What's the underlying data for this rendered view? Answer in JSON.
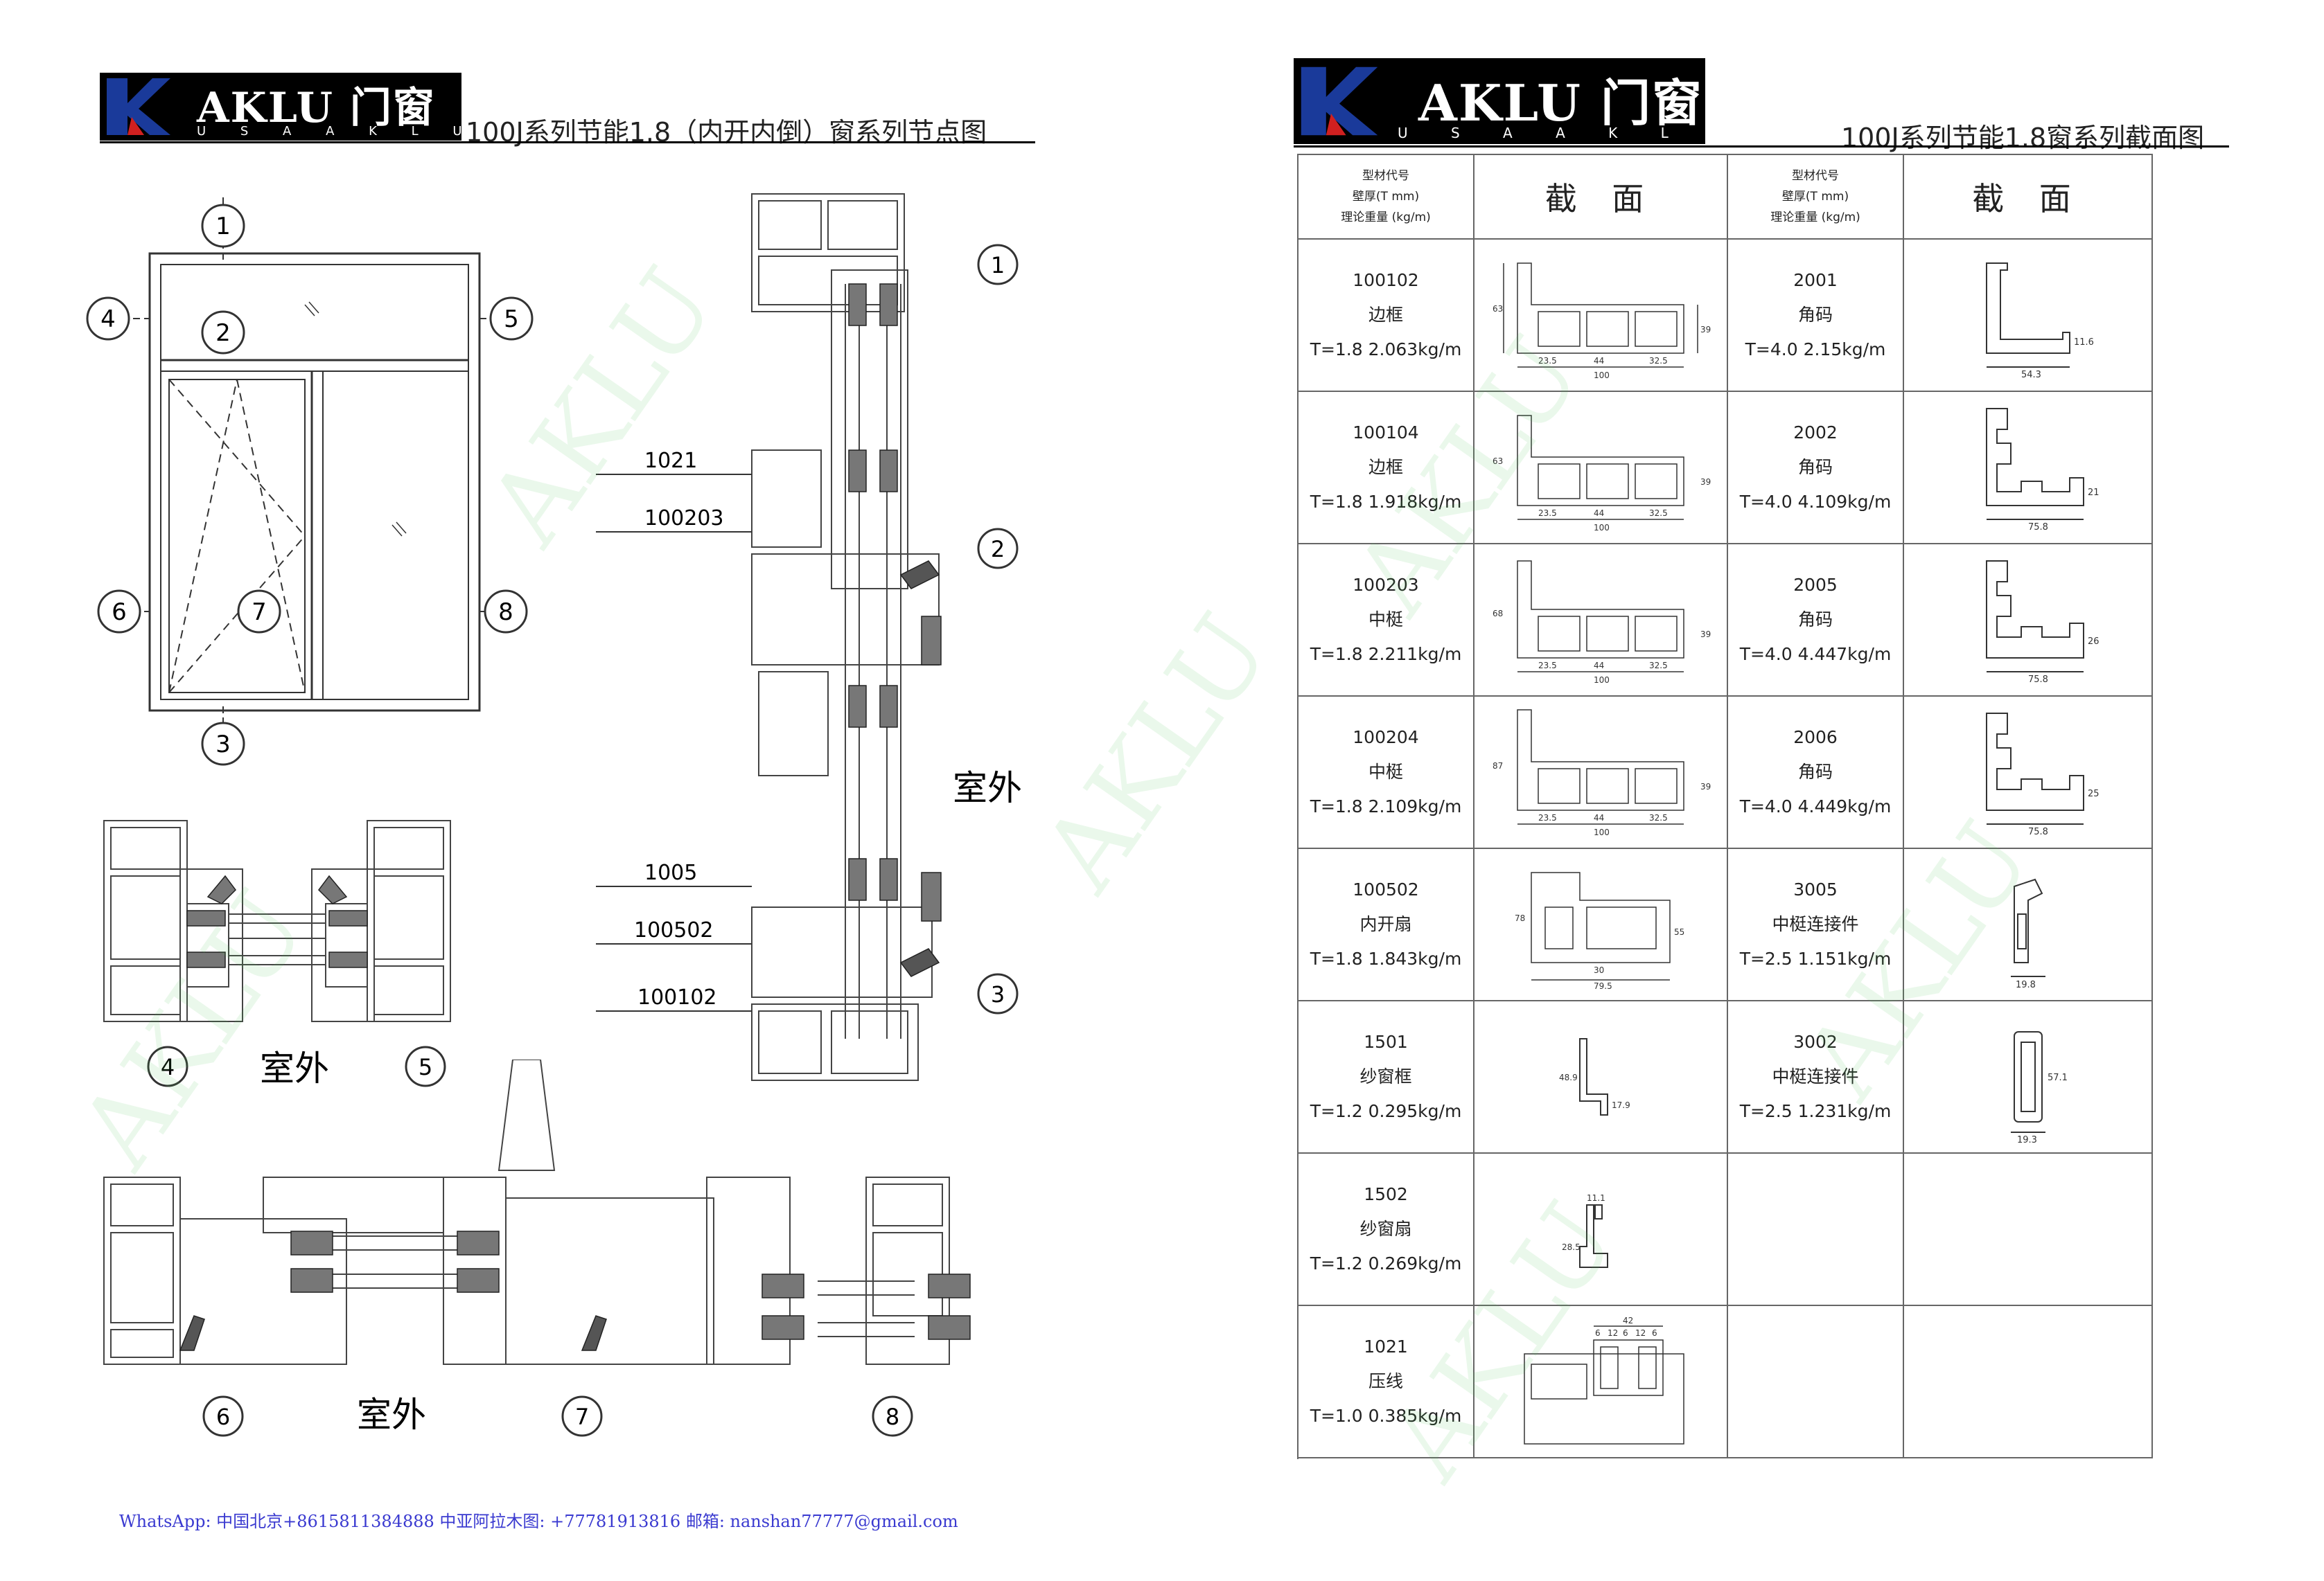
{
  "left_page": {
    "logo": {
      "brand": "AKLU 门窗",
      "subtitle": "U S A     A K L U"
    },
    "title": "100J系列节能1.8（内开内倒）窗系列节点图",
    "elevation_callouts": [
      "1",
      "2",
      "3",
      "4",
      "5",
      "6",
      "7",
      "8"
    ],
    "section_part_labels": [
      "1021",
      "100203",
      "1005",
      "100502",
      "100102"
    ],
    "outdoor_label": "室外",
    "detail_callouts": {
      "horizontal_top": [
        "4",
        "5"
      ],
      "horizontal_bottom": [
        "6",
        "7",
        "8"
      ],
      "vertical": [
        "1",
        "2",
        "3"
      ]
    },
    "contact": "WhatsApp: 中国北京+8615811384888 中亚阿拉木图: +77781913816 邮箱: nanshan77777@gmail.com"
  },
  "right_page": {
    "logo": {
      "brand": "AKLU 门窗",
      "subtitle": "U S A     A K L U"
    },
    "title": "100J系列节能1.8窗系列截面图",
    "table_header": {
      "code_label_lines": [
        "型材代号",
        "壁厚(T mm)",
        "理论重量 (kg/m)"
      ],
      "section_label": "截 面"
    },
    "left_rows": [
      {
        "code": "100102",
        "name": "边框",
        "spec": "T=1.8  2.063kg/m",
        "dims": {
          "a": "23.5",
          "b": "44",
          "c": "32.5",
          "total": "100",
          "h": "63",
          "hr": "39"
        }
      },
      {
        "code": "100104",
        "name": "边框",
        "spec": "T=1.8  1.918kg/m",
        "dims": {
          "a": "23.5",
          "b": "44",
          "c": "32.5",
          "total": "100",
          "h": "63",
          "hr": "39"
        }
      },
      {
        "code": "100203",
        "name": "中梃",
        "spec": "T=1.8  2.211kg/m",
        "dims": {
          "a": "23.5",
          "b": "44",
          "c": "32.5",
          "total": "100",
          "h": "68",
          "hr": "39"
        }
      },
      {
        "code": "100204",
        "name": "中梃",
        "spec": "T=1.8  2.109kg/m",
        "dims": {
          "a": "23.5",
          "b": "44",
          "c": "32.5",
          "total": "100",
          "h": "87",
          "hr": "39"
        }
      },
      {
        "code": "100502",
        "name": "内开扇",
        "spec": "T=1.8  1.843kg/m",
        "dims": {
          "a": "",
          "b": "30",
          "c": "",
          "total": "79.5",
          "h": "78",
          "hr": "55"
        }
      },
      {
        "code": "1501",
        "name": "纱窗框",
        "spec": "T=1.2  0.295kg/m",
        "dims": {
          "h": "48.9",
          "hr": "17.9"
        }
      },
      {
        "code": "1502",
        "name": "纱窗扇",
        "spec": "T=1.2  0.269kg/m",
        "dims": {
          "h": "28.5",
          "hr": "11.1"
        }
      },
      {
        "code": "1021",
        "name": "压线",
        "spec": "T=1.0  0.385kg/m",
        "dims": {
          "top": "42",
          "parts": [
            "6",
            "12",
            "6",
            "12",
            "6"
          ]
        }
      }
    ],
    "right_rows": [
      {
        "code": "2001",
        "name": "角码",
        "spec": "T=4.0   2.15kg/m",
        "dims": {
          "w": "54.3",
          "h": "11.6"
        }
      },
      {
        "code": "2002",
        "name": "角码",
        "spec": "T=4.0  4.109kg/m",
        "dims": {
          "w": "75.8",
          "h": "21"
        }
      },
      {
        "code": "2005",
        "name": "角码",
        "spec": "T=4.0  4.447kg/m",
        "dims": {
          "w": "75.8",
          "h": "26"
        }
      },
      {
        "code": "2006",
        "name": "角码",
        "spec": "T=4.0  4.449kg/m",
        "dims": {
          "w": "75.8",
          "h": "25"
        }
      },
      {
        "code": "3005",
        "name": "中梃连接件",
        "spec": "T=2.5  1.151kg/m",
        "dims": {
          "w": "19.8"
        }
      },
      {
        "code": "3002",
        "name": "中梃连接件",
        "spec": "T=2.5  1.231kg/m",
        "dims": {
          "w": "19.3",
          "h": "57.1"
        }
      },
      {
        "code": "",
        "name": "",
        "spec": ""
      },
      {
        "code": "",
        "name": "",
        "spec": ""
      }
    ]
  },
  "watermark_text": "AKLU",
  "colors": {
    "ink": "#222222",
    "watermark": "#50c85a",
    "logo_blue": "#1a3a9a",
    "logo_red": "#d02020",
    "contact": "#3a3ad0"
  }
}
